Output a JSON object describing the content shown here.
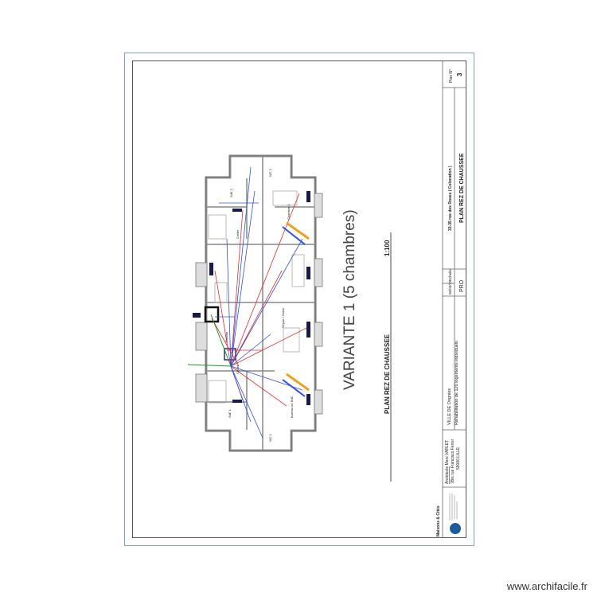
{
  "title_block": {
    "plan_label": "Plan N°",
    "plan_number": "3",
    "address": "33-35 rue des Roses ( Colocation )",
    "sheet_title": "PLAN REZ DE CHAUSSEE",
    "date": "06/03/22",
    "phase": "PRO",
    "scale_label": "Echelle",
    "client": "VILLE DE Ongnies",
    "project": "Réhabilitation de 120 logements individuels",
    "architect_label": "Architecte",
    "architect": "Marc VARLET",
    "architect_address": "7Bis rue Francisco Ferrer",
    "architect_city": "59000 LILLE",
    "company": "Maisons & Cités"
  },
  "drawing": {
    "variant_title": "VARIANTE 1 (5 chambres)",
    "plan_title": "PLAN REZ DE CHAUSSEE",
    "scale": "1:100",
    "rooms": [
      "SdE 2",
      "WC 2",
      "Chambre 1",
      "Cellier",
      "Séjour / Salon",
      "Cellier",
      "Bureau ou RdC",
      "SdE 1",
      "WC 1",
      "Cuisine"
    ]
  },
  "colors": {
    "supply": "#e03030",
    "extract": "#3050e0",
    "outdoor": "#1a9a2a",
    "fresh_air": "#f0a020"
  },
  "watermark": "www.archifacile.fr"
}
